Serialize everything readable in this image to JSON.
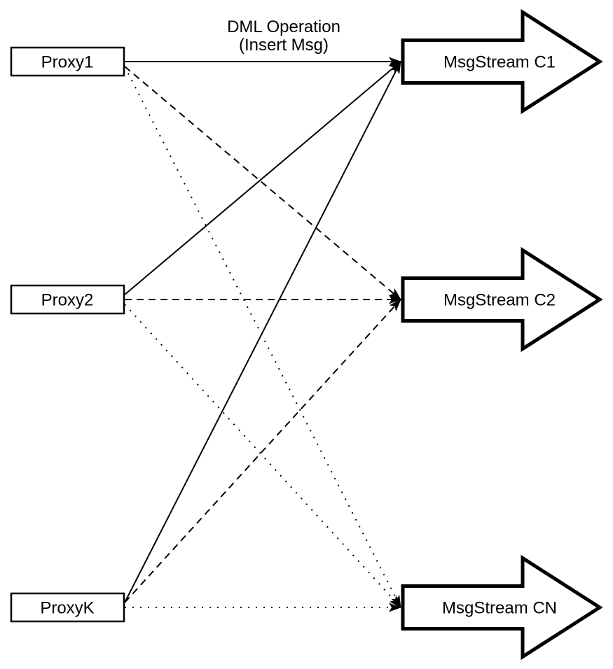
{
  "diagram": {
    "title": {
      "line1": "DML Operation",
      "line2": "(Insert Msg)"
    },
    "proxies": [
      {
        "id": "Proxy1",
        "label": "Proxy1"
      },
      {
        "id": "Proxy2",
        "label": "Proxy2"
      },
      {
        "id": "ProxyK",
        "label": "ProxyK"
      }
    ],
    "streams": [
      {
        "id": "C1",
        "label": "MsgStream C1"
      },
      {
        "id": "C2",
        "label": "MsgStream C2"
      },
      {
        "id": "CN",
        "label": "MsgStream CN"
      }
    ],
    "edges": [
      {
        "from": "Proxy1",
        "to": "C1",
        "style": "solid"
      },
      {
        "from": "Proxy1",
        "to": "C2",
        "style": "dashed"
      },
      {
        "from": "Proxy1",
        "to": "CN",
        "style": "dotted"
      },
      {
        "from": "Proxy2",
        "to": "C1",
        "style": "solid"
      },
      {
        "from": "Proxy2",
        "to": "C2",
        "style": "dashed"
      },
      {
        "from": "Proxy2",
        "to": "CN",
        "style": "dotted"
      },
      {
        "from": "ProxyK",
        "to": "C1",
        "style": "solid"
      },
      {
        "from": "ProxyK",
        "to": "C2",
        "style": "dashed"
      },
      {
        "from": "ProxyK",
        "to": "CN",
        "style": "dotted"
      }
    ],
    "colors": {
      "ink": "#000000",
      "paper": "#ffffff"
    }
  }
}
